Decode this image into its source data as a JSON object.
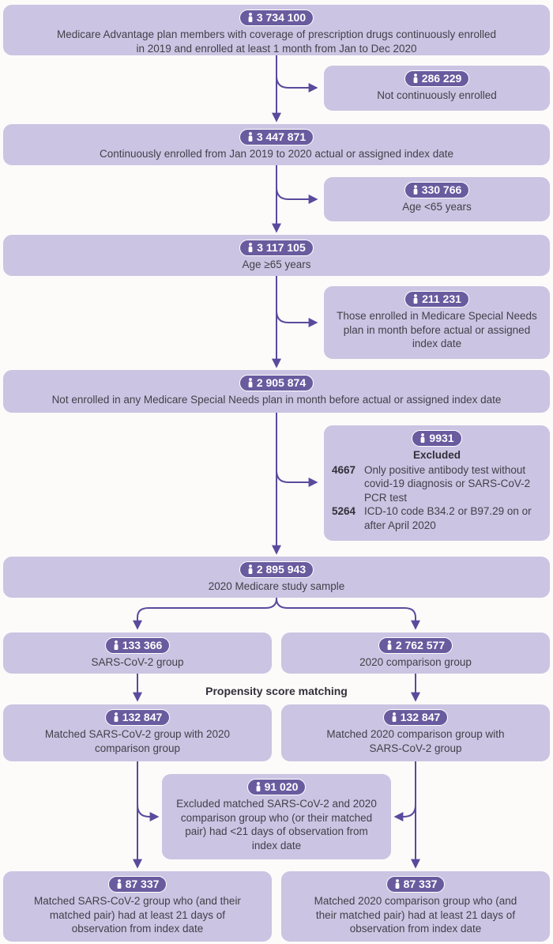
{
  "figure": {
    "colors": {
      "box_fill": "#cbc4e2",
      "badge_fill": "#6a5b9f",
      "line": "#5a4a9c",
      "text": "#433f4a"
    },
    "psm_label": "Propensity score matching",
    "icons": {
      "badge_icon": "person-icon"
    },
    "nodes": {
      "box1": {
        "count": "3 734 100",
        "text": "Medicare Advantage plan members with coverage of prescription drugs continuously enrolled in 2019 and enrolled at least 1 month from Jan to Dec 2020"
      },
      "side1": {
        "count": "286 229",
        "text": "Not continuously enrolled"
      },
      "box2": {
        "count": "3 447 871",
        "text": "Continuously enrolled from Jan 2019 to 2020 actual or assigned index date"
      },
      "side2": {
        "count": "330 766",
        "text": "Age <65 years"
      },
      "box3": {
        "count": "3 117 105",
        "text": "Age ≥65 years"
      },
      "side3": {
        "count": "211 231",
        "text": "Those enrolled in Medicare Special Needs plan in month before actual or assigned index date"
      },
      "box4": {
        "count": "2 905 874",
        "text": "Not enrolled in any Medicare Special Needs plan in month before actual or assigned index date"
      },
      "side4": {
        "count": "9931",
        "title": "Excluded",
        "items": [
          {
            "n": "4667",
            "text": "Only positive antibody test without covid-19 diagnosis or SARS-CoV-2 PCR test"
          },
          {
            "n": "5264",
            "text": "ICD-10 code B34.2 or B97.29 on or after April 2020"
          }
        ]
      },
      "box5": {
        "count": "2 895 943",
        "text": "2020 Medicare study sample"
      },
      "left_group": {
        "count": "133 366",
        "text": "SARS-CoV-2 group"
      },
      "right_group": {
        "count": "2 762 577",
        "text": "2020 comparison group"
      },
      "left_matched": {
        "count": "132 847",
        "text": "Matched SARS-CoV-2 group with 2020 comparison group"
      },
      "right_matched": {
        "count": "132 847",
        "text": "Matched 2020 comparison group with SARS-CoV-2 group"
      },
      "excluded_mid": {
        "count": "91 020",
        "text": "Excluded matched SARS-CoV-2 and 2020 comparison group who (or their matched pair) had <21 days of observation from index date"
      },
      "left_final": {
        "count": "87 337",
        "text": "Matched SARS-CoV-2 group who (and their matched pair) had at least 21 days of observation from index date"
      },
      "right_final": {
        "count": "87 337",
        "text": "Matched 2020 comparison group who (and their matched pair) had at least 21 days of observation from index date"
      }
    }
  }
}
